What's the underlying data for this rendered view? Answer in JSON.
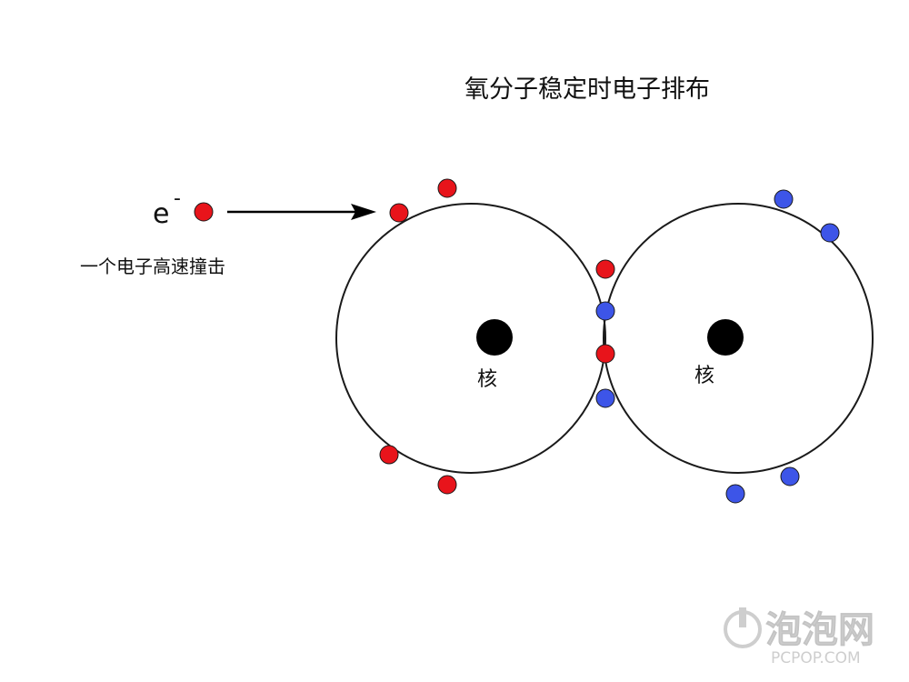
{
  "diagram": {
    "title": "氧分子稳定时电子排布",
    "incoming_electron": {
      "symbol": "e",
      "charge": "-",
      "caption": "一个电子高速撞击"
    },
    "left_atom": {
      "nucleus_label": "核",
      "outer_electron_color": "red"
    },
    "right_atom": {
      "nucleus_label": "核",
      "outer_electron_color": "blue"
    },
    "shared_electrons": [
      "red",
      "blue",
      "red",
      "blue"
    ],
    "colors": {
      "red": "#e8141b",
      "blue": "#3d55e8",
      "outline": "#1a1a1a",
      "nucleus": "#000000",
      "watermark": "#c9c9c9"
    }
  },
  "watermark": {
    "brand": "泡泡网",
    "domain": "PCPOP.COM"
  }
}
